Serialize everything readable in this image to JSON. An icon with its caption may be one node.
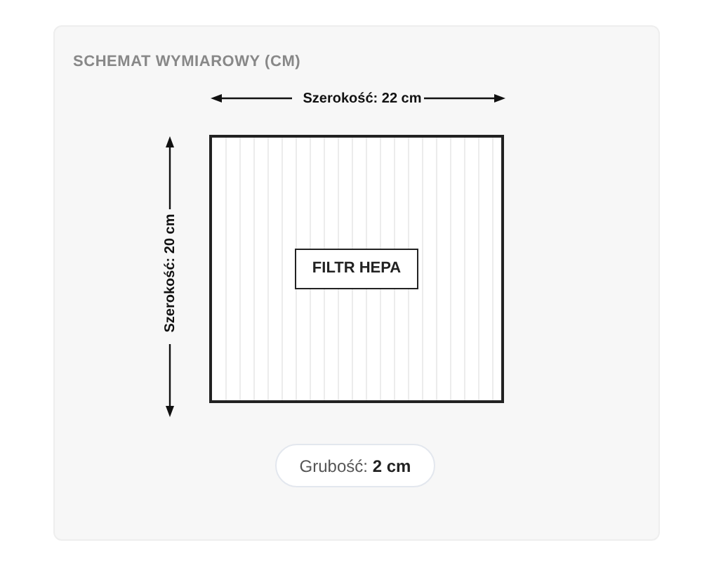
{
  "diagram": {
    "title": "SCHEMAT WYMIAROWY (CM)",
    "nodes": [
      {
        "text": [],
        "shape": "box"
      },
      {
        "text": [
          "FILTR HEPA"
        ],
        "in": 0
      },
      {
        "text": [
          "Grubość: **2 cm**"
        ]
      }
    ],
    "labels": [
      "Szerokość: 22 cm",
      "Szerokość: 20 cm"
    ]
  }
}
